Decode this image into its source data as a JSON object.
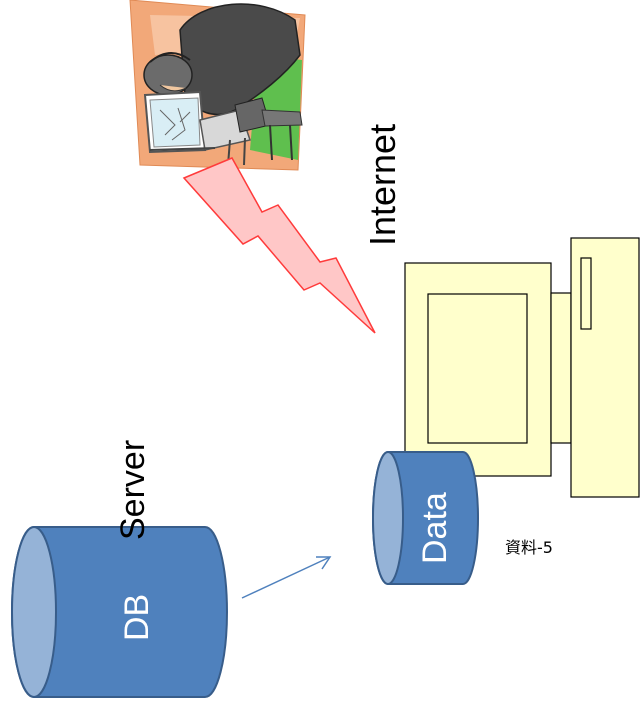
{
  "labels": {
    "internet": "Internet",
    "server": "Server",
    "db": "DB",
    "data": "Data",
    "caption": "資料-5"
  },
  "colors": {
    "cylinder_body": "#4f81bd",
    "cylinder_edge": "#385d8a",
    "cylinder_top": "#95b3d7",
    "computer_fill": "#ffffcc",
    "computer_stroke": "#000000",
    "lightning_fill": "#ffc7c7",
    "lightning_stroke": "#ff3b3b",
    "arrow": "#4f81bd"
  },
  "icons": {
    "hacker_clipart": "hacker-at-computer-icon",
    "computer": "desktop-computer-icon",
    "lightning": "lightning-bolt-icon"
  }
}
